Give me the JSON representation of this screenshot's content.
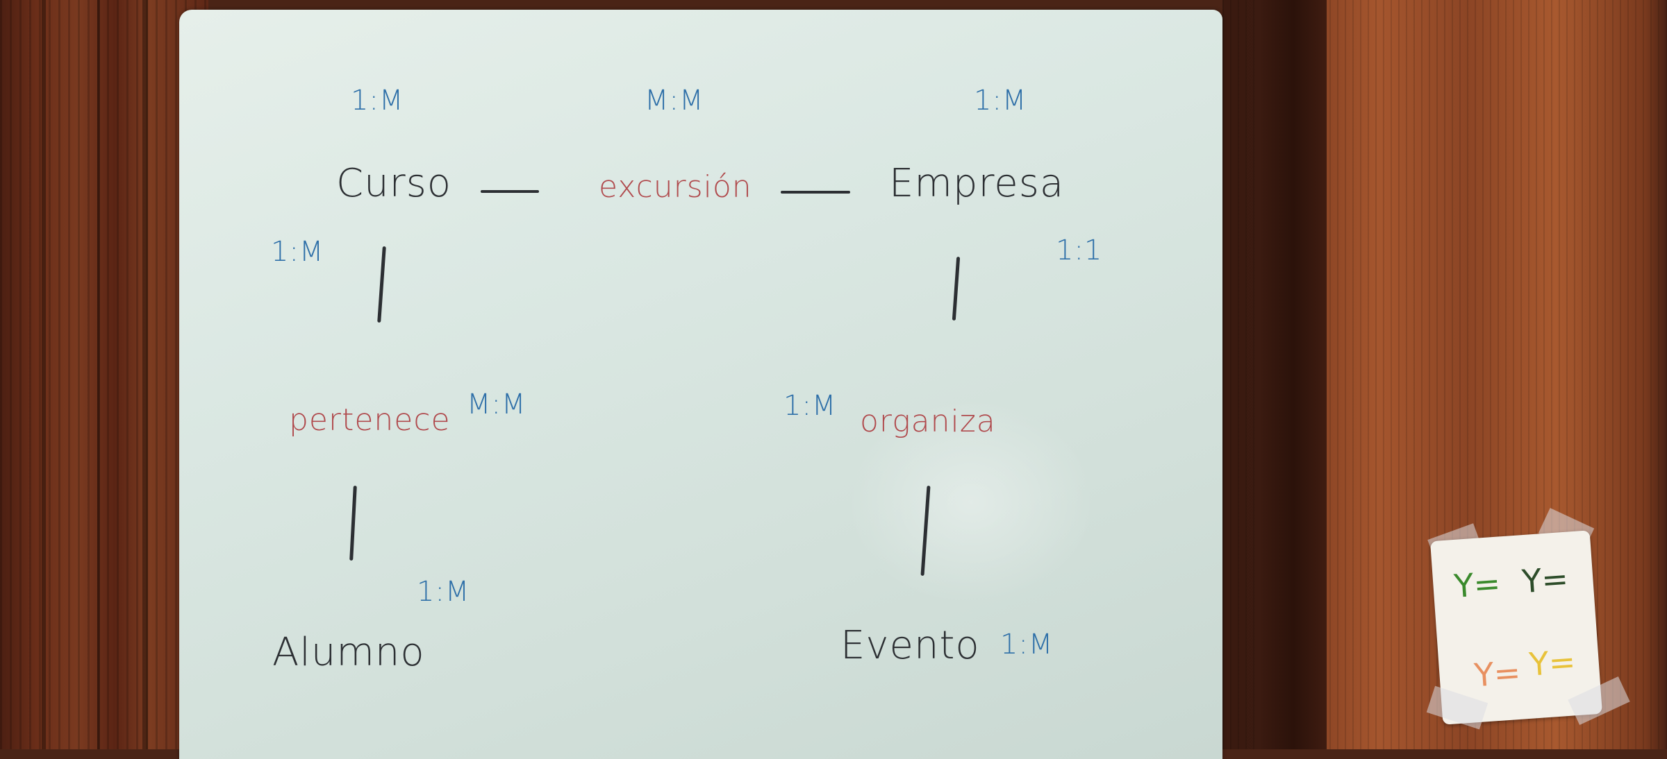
{
  "entities": {
    "curso": "Curso",
    "empresa": "Empresa",
    "alumno": "Alumno",
    "evento": "Evento"
  },
  "relations": {
    "excursion": "excursión",
    "pertenece": "pertenece",
    "organiza": "organiza"
  },
  "cardinalities": {
    "curso_top": "1:M",
    "excursion_top": "M:M",
    "empresa_top": "1:M",
    "curso_left": "1:M",
    "empresa_right": "1:1",
    "pertenece_right": "M:M",
    "organiza_left": "1:M",
    "alumno_top": "1:M",
    "evento_right": "1:M"
  },
  "colors": {
    "entity_ink": "#2c2f33",
    "relation_ink": "#b04a4d",
    "cardinality_ink": "#2e6fa8"
  },
  "sticker": {
    "glyphs": [
      "green-symbol",
      "dark-green-symbol",
      "orange-symbol",
      "yellow-symbol"
    ]
  }
}
